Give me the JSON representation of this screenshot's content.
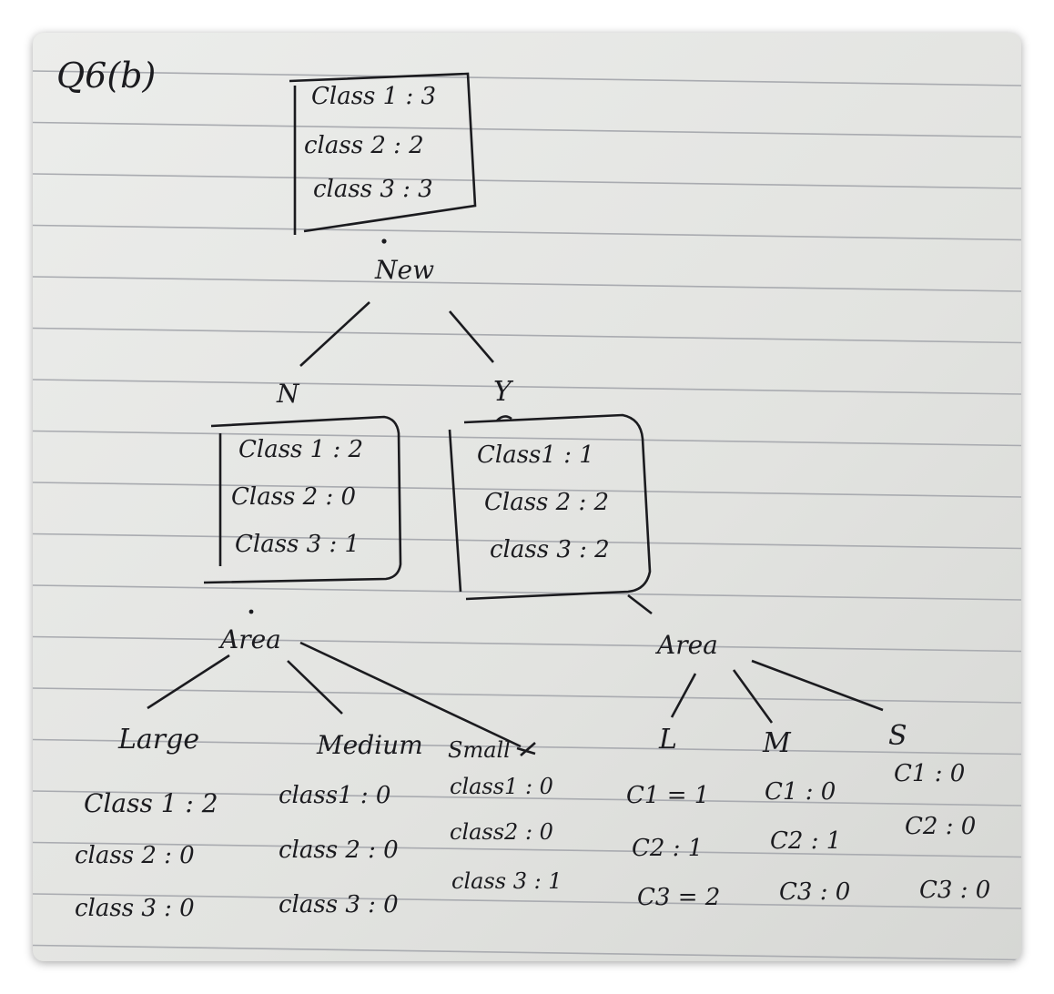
{
  "heading": "Q6(b)",
  "root": {
    "lines": [
      "Class 1 : 3",
      "class 2 : 2",
      "class 3 : 3"
    ],
    "attribute": "New"
  },
  "branch_n": {
    "edge": "N",
    "lines": [
      "Class 1 : 2",
      "Class 2 : 0",
      "Class 3 : 1"
    ],
    "attribute": "Area",
    "children": [
      {
        "edge": "Large",
        "lines": [
          "Class 1 : 2",
          "class 2 : 0",
          "class 3 : 0"
        ]
      },
      {
        "edge": "Medium",
        "lines": [
          "class1 : 0",
          "class 2 : 0",
          "class 3 : 0"
        ]
      },
      {
        "edge": "Small",
        "lines": [
          "class1 : 0",
          "class2 : 0",
          "class 3 : 1"
        ]
      }
    ]
  },
  "branch_y": {
    "edge": "Y",
    "lines": [
      "Class1 : 1",
      "Class 2 : 2",
      "class 3 : 2"
    ],
    "attribute": "Area",
    "children": [
      {
        "edge": "L",
        "lines": [
          "C1 = 1",
          "C2 : 1",
          "C3 = 2"
        ]
      },
      {
        "edge": "M",
        "lines": [
          "C1 : 0",
          "C2 : 1",
          "C3 : 0"
        ]
      },
      {
        "edge": "S",
        "lines": [
          "C1 : 0",
          "C2 : 0",
          "C3 : 0"
        ]
      }
    ]
  },
  "colors": {
    "paper": "#e3e4e1",
    "ruling": "#a9abb0",
    "ink": "#1b1b1f"
  }
}
